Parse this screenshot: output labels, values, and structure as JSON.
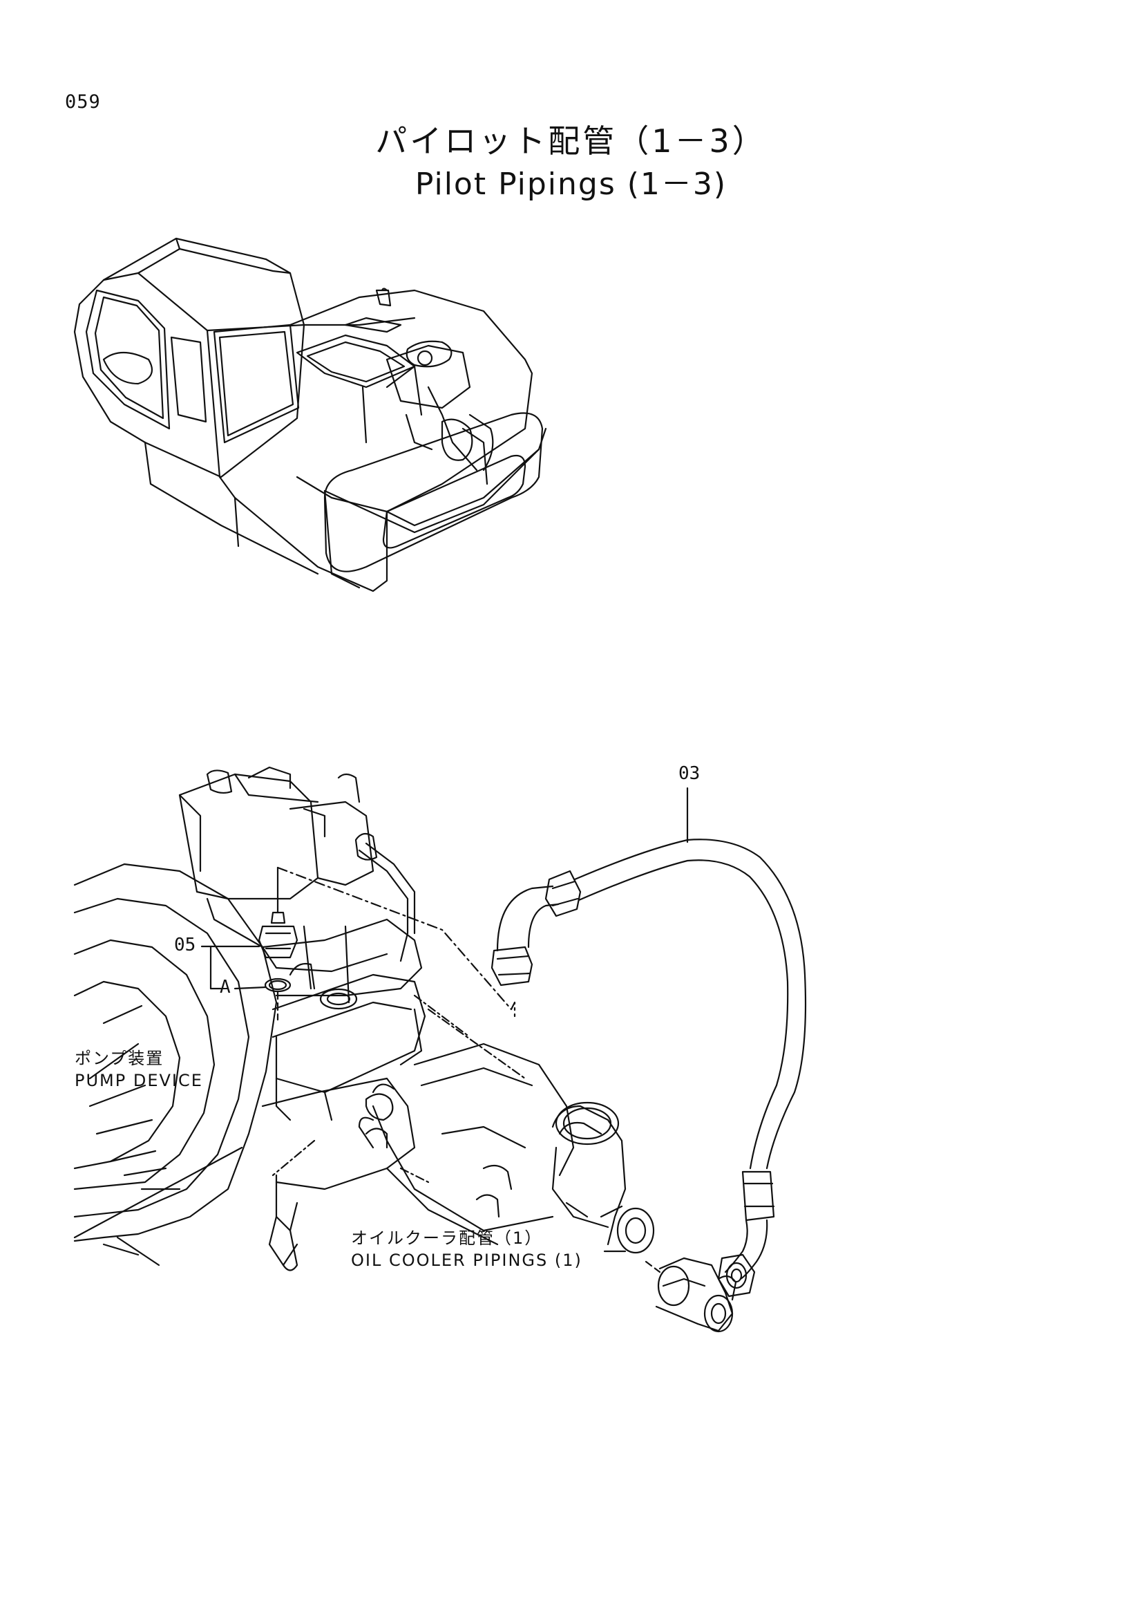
{
  "page_number": "059",
  "title": {
    "japanese": "パイロット配管（1－3）",
    "english": "Pilot Pipings (1－3)"
  },
  "callouts": {
    "part_03": "03",
    "part_05": "05",
    "ref_a": "A"
  },
  "labels": {
    "pump_device_jp": "ポンプ装置",
    "pump_device_en": "PUMP DEVICE",
    "oil_cooler_jp": "オイルクーラ配管（1）",
    "oil_cooler_en": "OIL COOLER PIPINGS (1)"
  }
}
